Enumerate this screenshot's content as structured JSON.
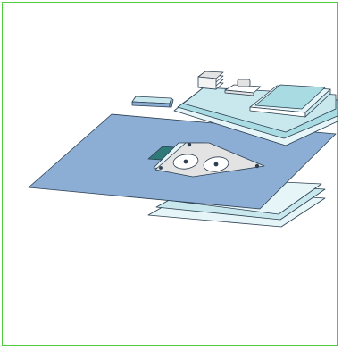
{
  "illustration": {
    "frame_color": "#4fcd3f",
    "colors": {
      "drape_blue": "#8caed4",
      "drape_edge": "#2c3e50",
      "light_drape": "#c8e8ee",
      "pale_drape": "#e6f5f7",
      "teal_pocket": "#2f7a78",
      "tray_fill": "#a8dce2",
      "gray_part": "#e3e3e3"
    },
    "components": [
      "main-drape",
      "lower-drape",
      "upper-drape",
      "incise-sheet",
      "fenestration-panel",
      "instrument-pocket",
      "tube-holder",
      "tray",
      "towel-stack",
      "cord-clip"
    ]
  }
}
